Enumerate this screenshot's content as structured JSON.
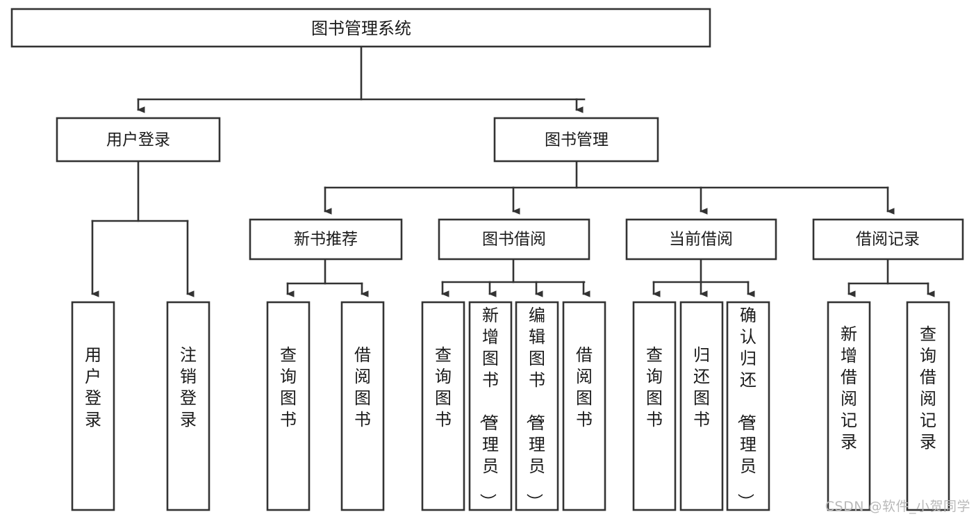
{
  "diagram": {
    "type": "tree-hierarchy",
    "title": "图书管理系统",
    "root": {
      "id": "root",
      "label": "图书管理系统",
      "orientation": "horizontal"
    },
    "level2": [
      {
        "id": "user-login",
        "label": "用户登录",
        "orientation": "horizontal"
      },
      {
        "id": "book-management",
        "label": "图书管理",
        "orientation": "horizontal"
      }
    ],
    "level3": [
      {
        "id": "new-book-recommend",
        "label": "新书推荐",
        "orientation": "horizontal"
      },
      {
        "id": "book-borrow",
        "label": "图书借阅",
        "orientation": "horizontal"
      },
      {
        "id": "current-borrow",
        "label": "当前借阅",
        "orientation": "horizontal"
      },
      {
        "id": "borrow-record",
        "label": "借阅记录",
        "orientation": "horizontal"
      }
    ],
    "leaves": [
      {
        "id": "leaf-user-login",
        "label": "用户登录",
        "parent": "user-login",
        "orientation": "vertical"
      },
      {
        "id": "leaf-logout-login",
        "label": "注销登录",
        "parent": "user-login",
        "orientation": "vertical"
      },
      {
        "id": "leaf-query-book-1",
        "label": "查询图书",
        "parent": "new-book-recommend",
        "orientation": "vertical"
      },
      {
        "id": "leaf-borrow-book-1",
        "label": "借阅图书",
        "parent": "new-book-recommend",
        "orientation": "vertical"
      },
      {
        "id": "leaf-query-book-2",
        "label": "查询图书",
        "parent": "book-borrow",
        "orientation": "vertical"
      },
      {
        "id": "leaf-add-book",
        "label": "新增图书（管理员）",
        "parent": "book-borrow",
        "orientation": "vertical"
      },
      {
        "id": "leaf-edit-book",
        "label": "编辑图书（管理员）",
        "parent": "book-borrow",
        "orientation": "vertical"
      },
      {
        "id": "leaf-borrow-book-2",
        "label": "借阅图书",
        "parent": "book-borrow",
        "orientation": "vertical"
      },
      {
        "id": "leaf-query-book-3",
        "label": "查询图书",
        "parent": "current-borrow",
        "orientation": "vertical"
      },
      {
        "id": "leaf-return-book",
        "label": "归还图书",
        "parent": "current-borrow",
        "orientation": "vertical"
      },
      {
        "id": "leaf-confirm-return",
        "label": "确认归还（管理员）",
        "parent": "current-borrow",
        "orientation": "vertical"
      },
      {
        "id": "leaf-add-record",
        "label": "新增借阅记录",
        "parent": "borrow-record",
        "orientation": "vertical"
      },
      {
        "id": "leaf-query-record",
        "label": "查询借阅记录",
        "parent": "borrow-record",
        "orientation": "vertical"
      }
    ],
    "colors": {
      "box_stroke": "#333333",
      "box_fill": "#ffffff",
      "text": "#1a1a1a",
      "background": "#ffffff",
      "watermark": "#b9b9b9"
    }
  },
  "watermark": {
    "text": "CSDN @软件_小贺同学"
  }
}
